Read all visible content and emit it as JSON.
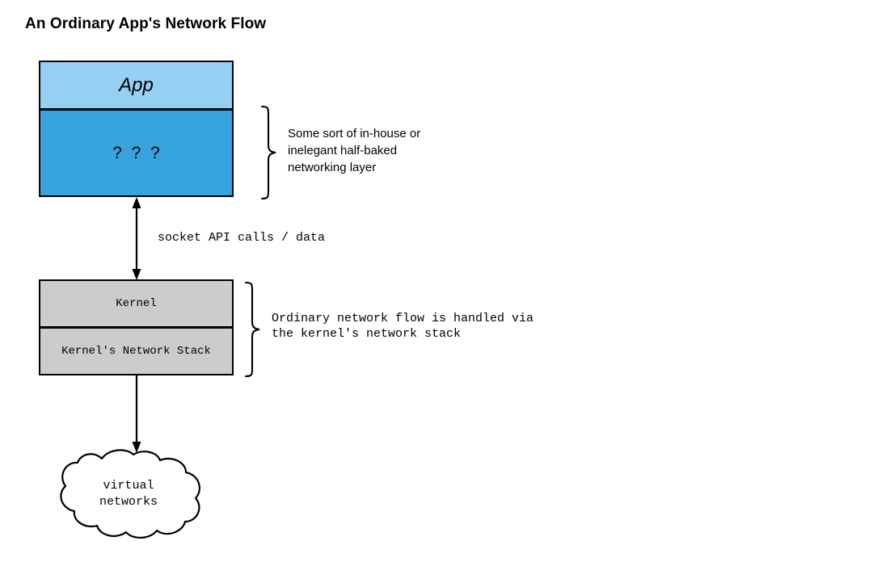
{
  "page": {
    "title": "An Ordinary App's Network Flow",
    "background_color": "#ffffff"
  },
  "colors": {
    "app_box": "#95d0f2",
    "unknown_layer_box": "#36a3de",
    "kernel_box": "#cccccc",
    "outline": "#000000",
    "cloud_fill": "#ffffff"
  },
  "diagram": {
    "type": "block-flow",
    "app_stack": {
      "app_box_label": "App",
      "unknown_layer_label": "?  ?  ?",
      "annotation": "Some sort of in-house or\ninelegant half-baked\nnetworking layer",
      "annotation_brace": "right-curly-brace"
    },
    "arrows": {
      "socket_arrow_label": "socket API calls / data",
      "socket_arrow_type": "double-headed-vertical-arrow",
      "kernel_to_cloud_arrow_type": "down-arrow"
    },
    "kernel_stack": {
      "kernel_label": "Kernel",
      "kernel_network_stack_label": "Kernel's Network Stack",
      "annotation": "Ordinary network flow is handled via\nthe kernel's network stack",
      "annotation_brace": "right-curly-brace"
    },
    "cloud": {
      "label": "virtual\nnetworks"
    }
  }
}
